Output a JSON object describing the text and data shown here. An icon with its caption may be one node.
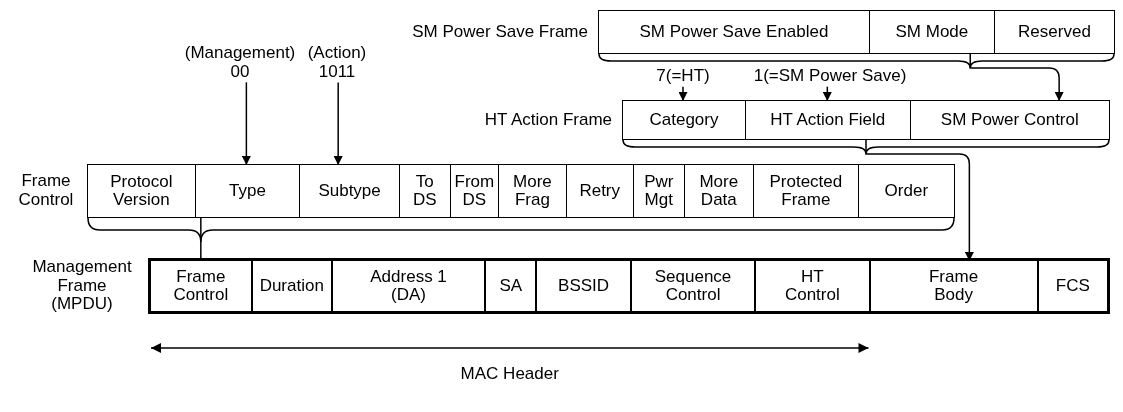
{
  "diagram": {
    "nodes": [
      {
        "text": [
          "SM Power Save Frame"
        ]
      },
      {
        "text": [
          "SM Power Save Enabled"
        ],
        "in": 0
      },
      {
        "text": [
          "SM Mode"
        ],
        "in": 0
      },
      {
        "text": [
          "Reserved"
        ],
        "in": 0
      },
      {
        "text": [
          "7(=HT)"
        ]
      },
      {
        "text": [
          "1(=SM Power Save)"
        ]
      },
      {
        "text": [
          "HT Action Frame"
        ]
      },
      {
        "text": [
          "Category"
        ],
        "in": 6
      },
      {
        "text": [
          "HT Action Field"
        ],
        "in": 6
      },
      {
        "text": [
          "SM Power Control"
        ],
        "in": 6
      },
      {
        "text": [
          "(Management) 00"
        ]
      },
      {
        "text": [
          "(Action) 1011"
        ]
      },
      {
        "text": [
          "Frame Control"
        ]
      },
      {
        "text": [
          "Protocol Version"
        ],
        "in": 12
      },
      {
        "text": [
          "Type"
        ],
        "in": 12
      },
      {
        "text": [
          "Subtype"
        ],
        "in": 12
      },
      {
        "text": [
          "To DS"
        ],
        "in": 12
      },
      {
        "text": [
          "From DS"
        ],
        "in": 12
      },
      {
        "text": [
          "More Frag"
        ],
        "in": 12
      },
      {
        "text": [
          "Retry"
        ],
        "in": 12
      },
      {
        "text": [
          "Pwr Mgt"
        ],
        "in": 12
      },
      {
        "text": [
          "More Data"
        ],
        "in": 12
      },
      {
        "text": [
          "Protected Frame"
        ],
        "in": 12
      },
      {
        "text": [
          "Order"
        ],
        "in": 12
      },
      {
        "text": [
          "Management Frame (MPDU)"
        ]
      },
      {
        "text": [
          "Frame Control"
        ],
        "in": 24
      },
      {
        "text": [
          "Duration"
        ],
        "in": 24
      },
      {
        "text": [
          "Address 1 (DA)"
        ],
        "in": 24
      },
      {
        "text": [
          "SA"
        ],
        "in": 24
      },
      {
        "text": [
          "BSSID"
        ],
        "in": 24
      },
      {
        "text": [
          "Sequence Control"
        ],
        "in": 24
      },
      {
        "text": [
          "HT Control"
        ],
        "in": 24
      },
      {
        "text": [
          "Frame Body"
        ],
        "in": 24
      },
      {
        "text": [
          "FCS"
        ],
        "in": 24
      }
    ],
    "edges": [
      {
        "from": 0,
        "to": 9,
        "arrow": "to"
      },
      {
        "from": 4,
        "to": 7,
        "arrow": "to"
      },
      {
        "from": 5,
        "to": 8,
        "arrow": "to"
      },
      {
        "from": 6,
        "to": 32,
        "arrow": "to"
      },
      {
        "from": 10,
        "to": 14,
        "arrow": "to"
      },
      {
        "from": 11,
        "to": 15,
        "arrow": "to"
      },
      {
        "from": 12,
        "to": 25,
        "arrow": "none"
      }
    ],
    "labels": [
      "MAC Header"
    ]
  }
}
